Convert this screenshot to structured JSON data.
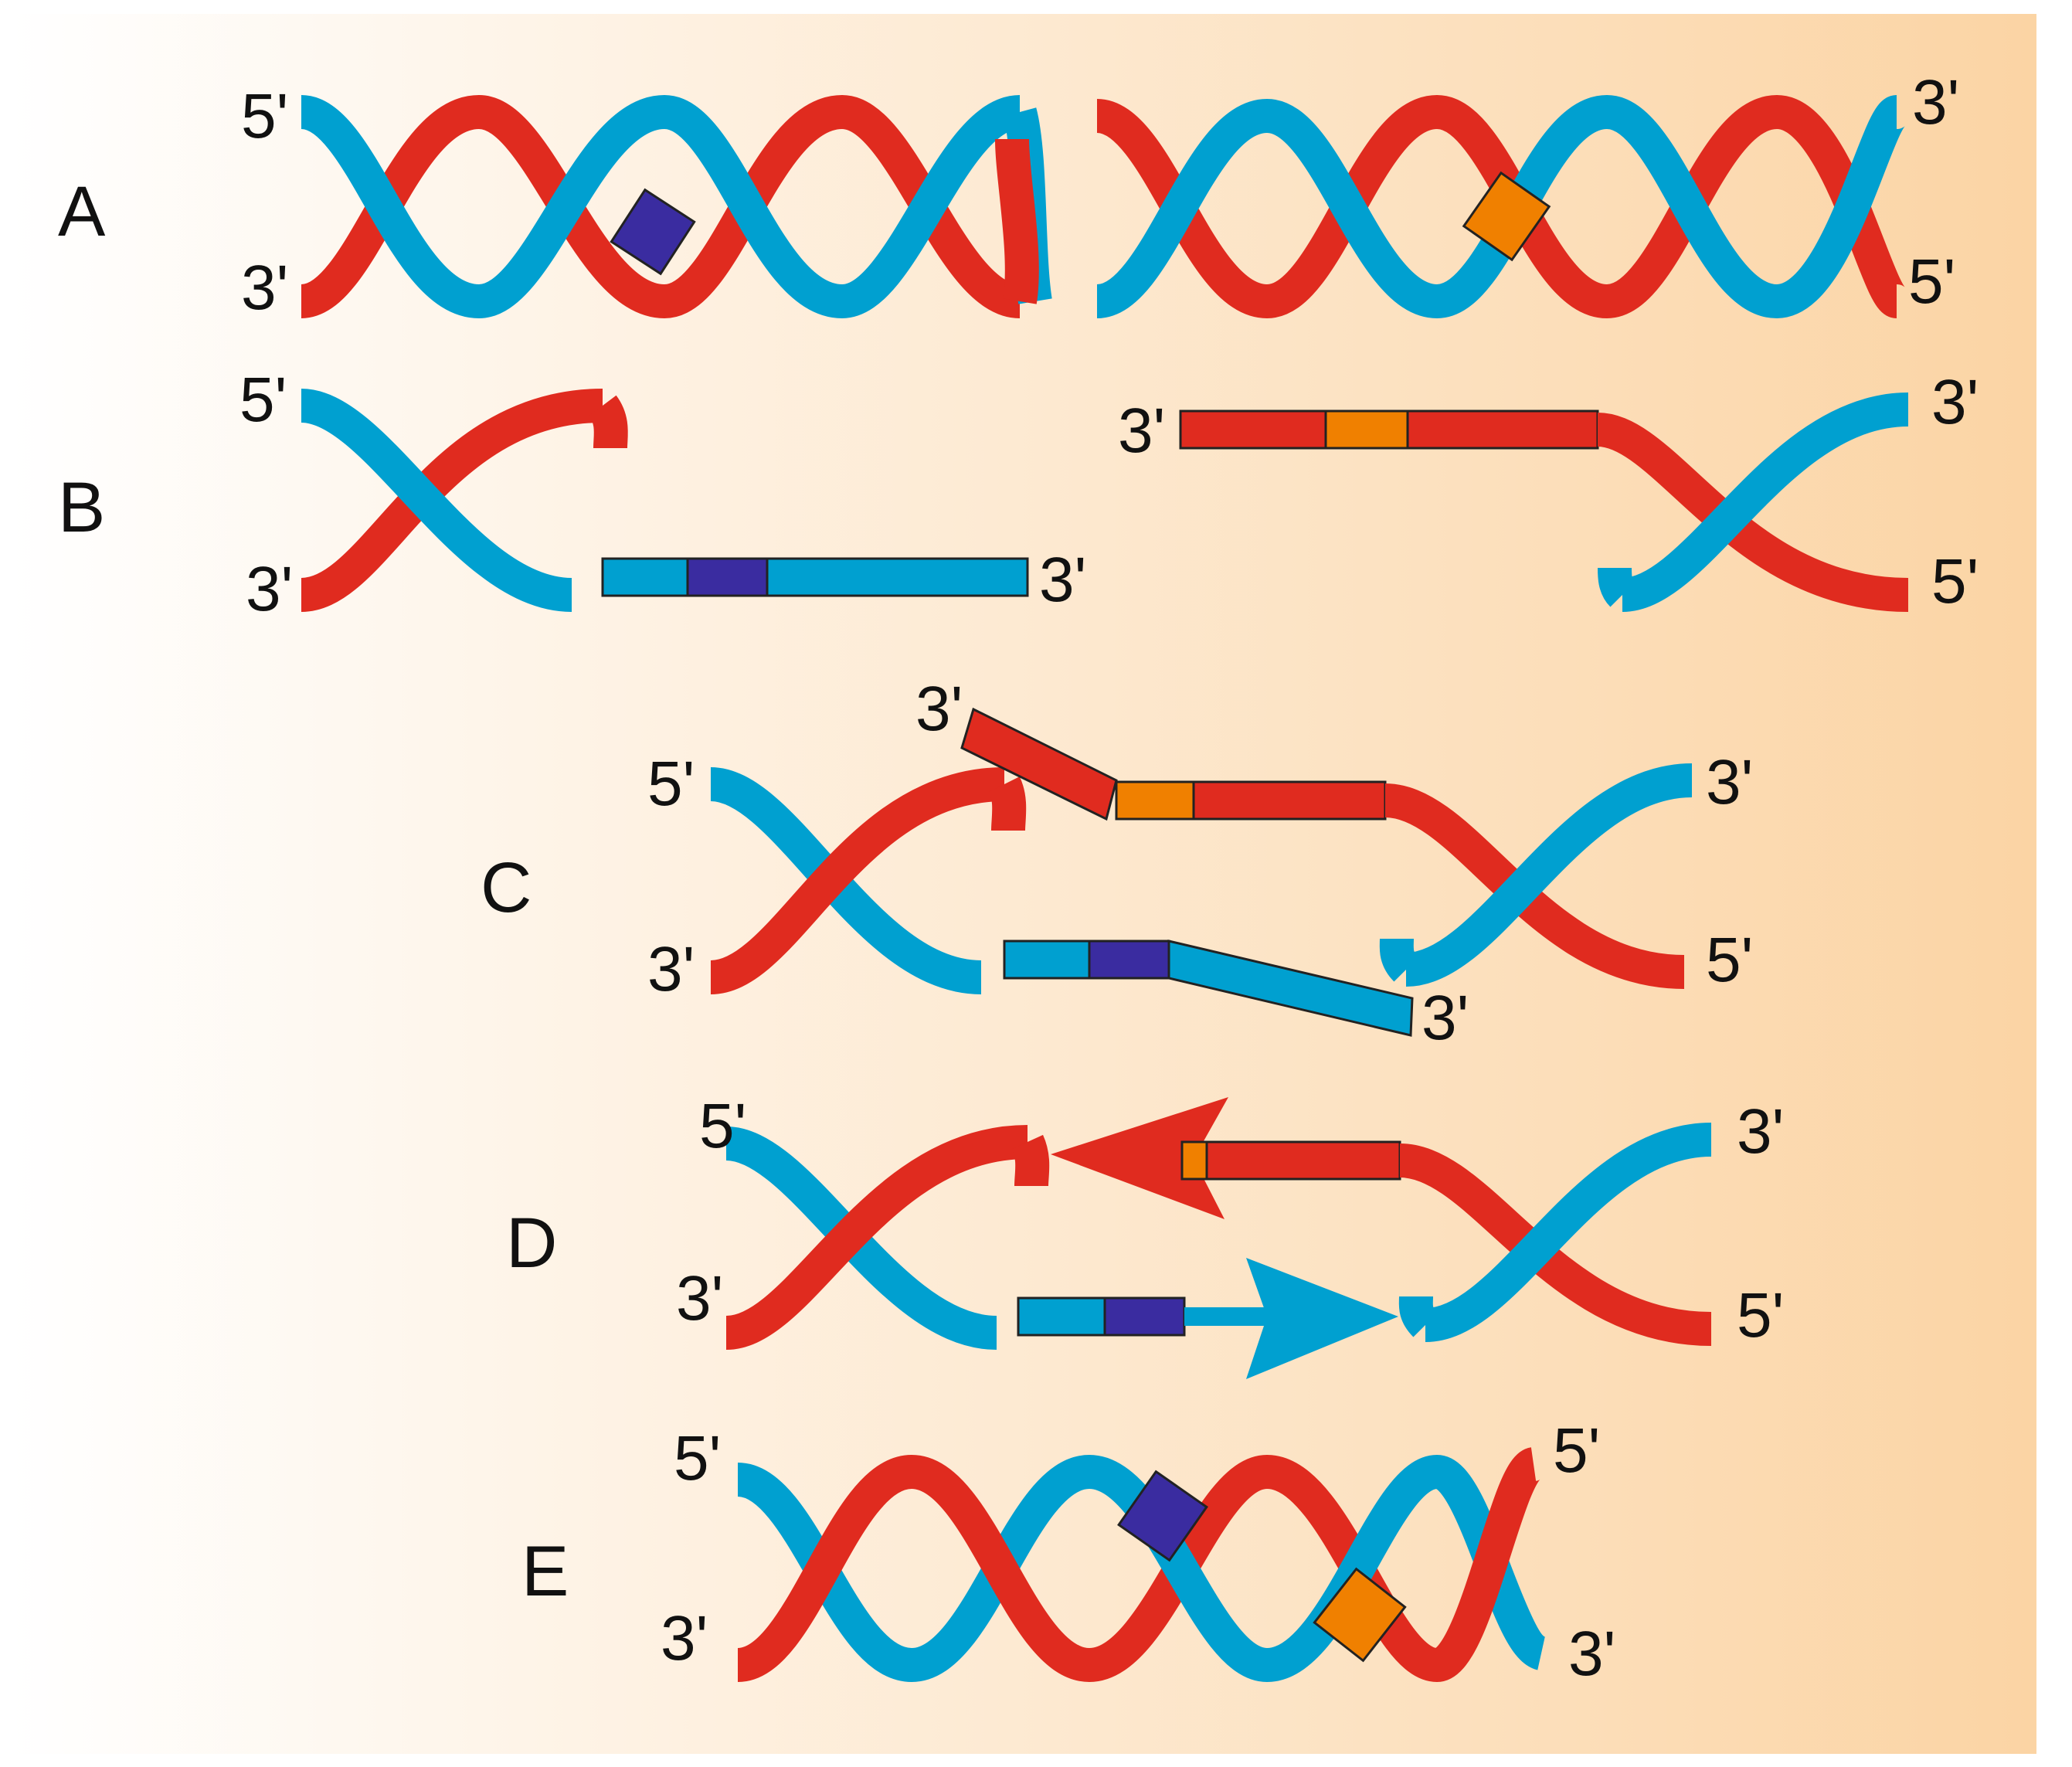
{
  "colors": {
    "strand_blue": "#00A0D0",
    "strand_red": "#E02B1F",
    "marker_purple": "#3A2CA0",
    "marker_orange": "#F08000",
    "background_left": "#FFFFFF",
    "background_right": "#FBD4A4"
  },
  "rows": [
    {
      "id": "A",
      "label": "A",
      "end_labels": {
        "left_top": "5'",
        "left_bottom": "3'",
        "right_top": "3'",
        "right_bottom": "5'"
      }
    },
    {
      "id": "B",
      "label": "B",
      "end_labels": {
        "left_top": "5'",
        "left_bottom": "3'",
        "blue_tail": "3'",
        "red_tail": "3'",
        "right_top": "3'",
        "right_bottom": "5'"
      }
    },
    {
      "id": "C",
      "label": "C",
      "end_labels": {
        "left_top": "5'",
        "left_bottom": "3'",
        "red_tail": "3'",
        "blue_tail": "3'",
        "right_top": "3'",
        "right_bottom": "5'"
      }
    },
    {
      "id": "D",
      "label": "D",
      "end_labels": {
        "left_top": "5'",
        "left_bottom": "3'",
        "right_top": "3'",
        "right_bottom": "5'"
      }
    },
    {
      "id": "E",
      "label": "E",
      "end_labels": {
        "left_top": "5'",
        "left_bottom": "3'",
        "right_top": "5'",
        "right_bottom": "3'"
      }
    }
  ]
}
